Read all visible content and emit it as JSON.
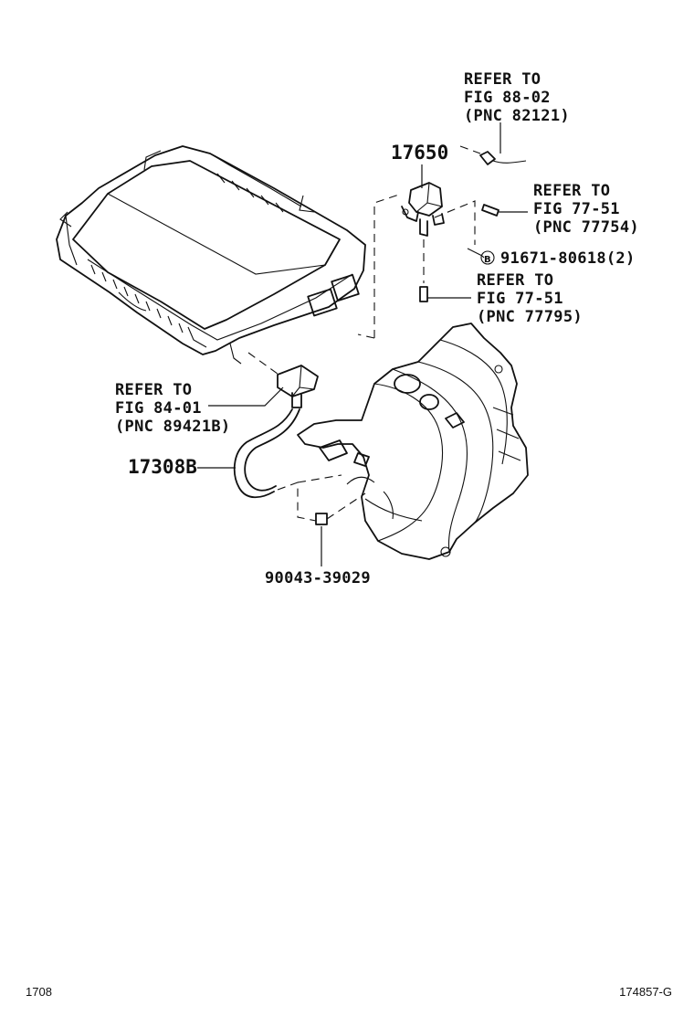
{
  "callouts": {
    "refer_88_02": {
      "line1": "REFER TO",
      "line2": "FIG 88-02",
      "line3": "(PNC 82121)"
    },
    "refer_77_51_a": {
      "line1": "REFER TO",
      "line2": "FIG 77-51",
      "line3": "(PNC 77754)"
    },
    "refer_77_51_b": {
      "line1": "REFER TO",
      "line2": "FIG 77-51",
      "line3": "(PNC 77795)"
    },
    "refer_84_01": {
      "line1": "REFER TO",
      "line2": "FIG 84-01",
      "line3": "(PNC 89421B)"
    }
  },
  "parts": {
    "p17650": "17650",
    "p17308b": "17308B",
    "p91671": "91671-80618(2)",
    "p91671_marker": "B",
    "p90043": "90043-39029"
  },
  "footer": {
    "left": "1708",
    "right": "174857-G"
  }
}
